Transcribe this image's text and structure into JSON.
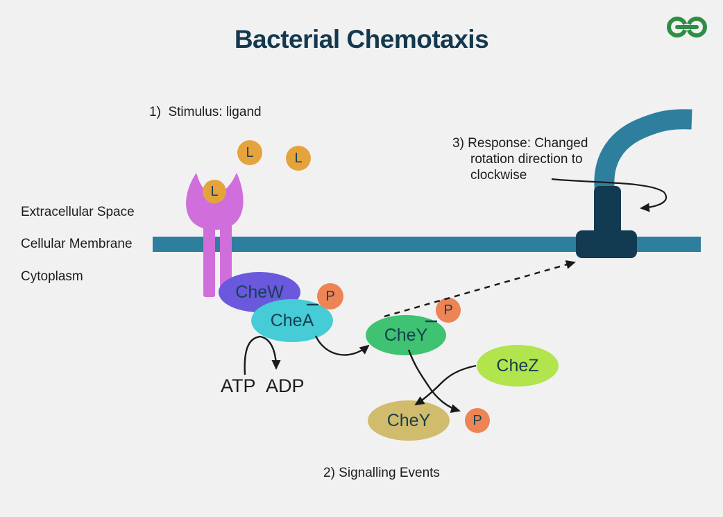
{
  "page": {
    "background": "#f1f1f2"
  },
  "header": {
    "title": "Bacterial Chemotaxis",
    "logo": "geeksforgeeks-logo"
  },
  "steps": {
    "step1": "1)  Stimulus: ligand",
    "step2": "2) Signalling Events",
    "step3": [
      "3) Response: Changed",
      "rotation direction to",
      "clockwise"
    ]
  },
  "regions": {
    "extracellular": "Extracellular Space",
    "membrane": "Cellular Membrane",
    "cytoplasm": "Cytoplasm"
  },
  "molecules": {
    "ligand": "L",
    "phosphate": "P",
    "chew": "CheW",
    "chea": "CheA",
    "chey_active": "CheY",
    "chez": "CheZ",
    "chey_inactive": "CheY",
    "atp": "ATP",
    "adp": "ADP"
  },
  "colors": {
    "title_navy": "#14394e",
    "logo_green": "#2f8d46",
    "membrane_teal": "#2e7e9d",
    "motor_navy": "#123a51",
    "receptor_magenta": "#d06fdc",
    "ligand_orange": "#e5a33c",
    "phosphate_orange": "#ec8455",
    "chew_purple": "#6a58dd",
    "chea_cyan": "#45ccd6",
    "chey_green": "#3fc271",
    "chez_lime": "#b2e44d",
    "chey_tan": "#d1bb6c",
    "shape_label_dark": "#163f51",
    "annotation_black": "#1c1c1c"
  }
}
